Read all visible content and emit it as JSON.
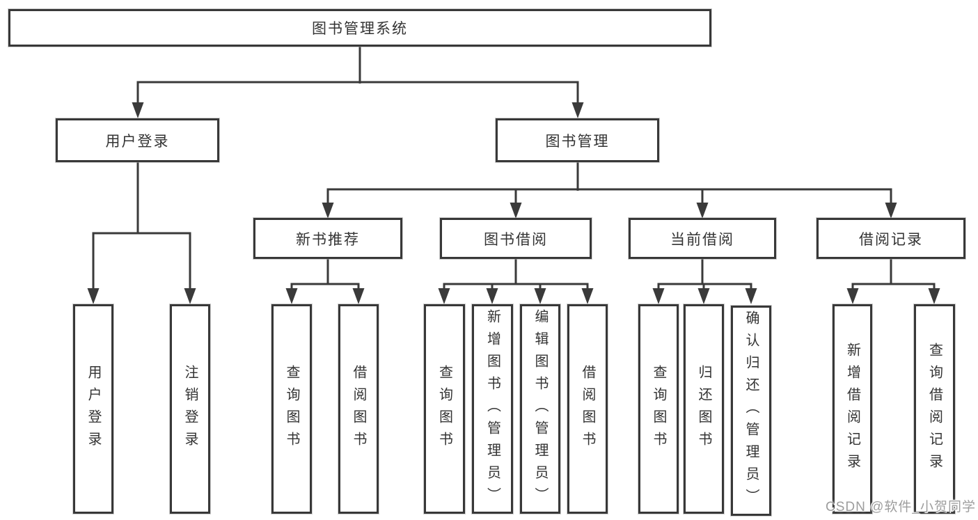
{
  "diagram": {
    "root": "图书管理系统",
    "branches": [
      {
        "label": "用户登录",
        "children": [
          "用户登录",
          "注销登录"
        ]
      },
      {
        "label": "图书管理",
        "sections": [
          {
            "label": "新书推荐",
            "children": [
              "查询图书",
              "借阅图书"
            ]
          },
          {
            "label": "图书借阅",
            "children": [
              "查询图书",
              "新增图书（管理员）",
              "编辑图书（管理员）",
              "借阅图书"
            ]
          },
          {
            "label": "当前借阅",
            "children": [
              "查询图书",
              "归还图书",
              "确认归还（管理员）"
            ]
          },
          {
            "label": "借阅记录",
            "children": [
              "新增借阅记录",
              "查询借阅记录"
            ]
          }
        ]
      }
    ]
  },
  "watermark": {
    "text": "CSDN @软件_小贺同学"
  },
  "colors": {
    "line": "#3a3a3a",
    "box_border": "#383838",
    "text": "#333333",
    "watermark": "#9d9d9d",
    "background": "#ffffff"
  }
}
